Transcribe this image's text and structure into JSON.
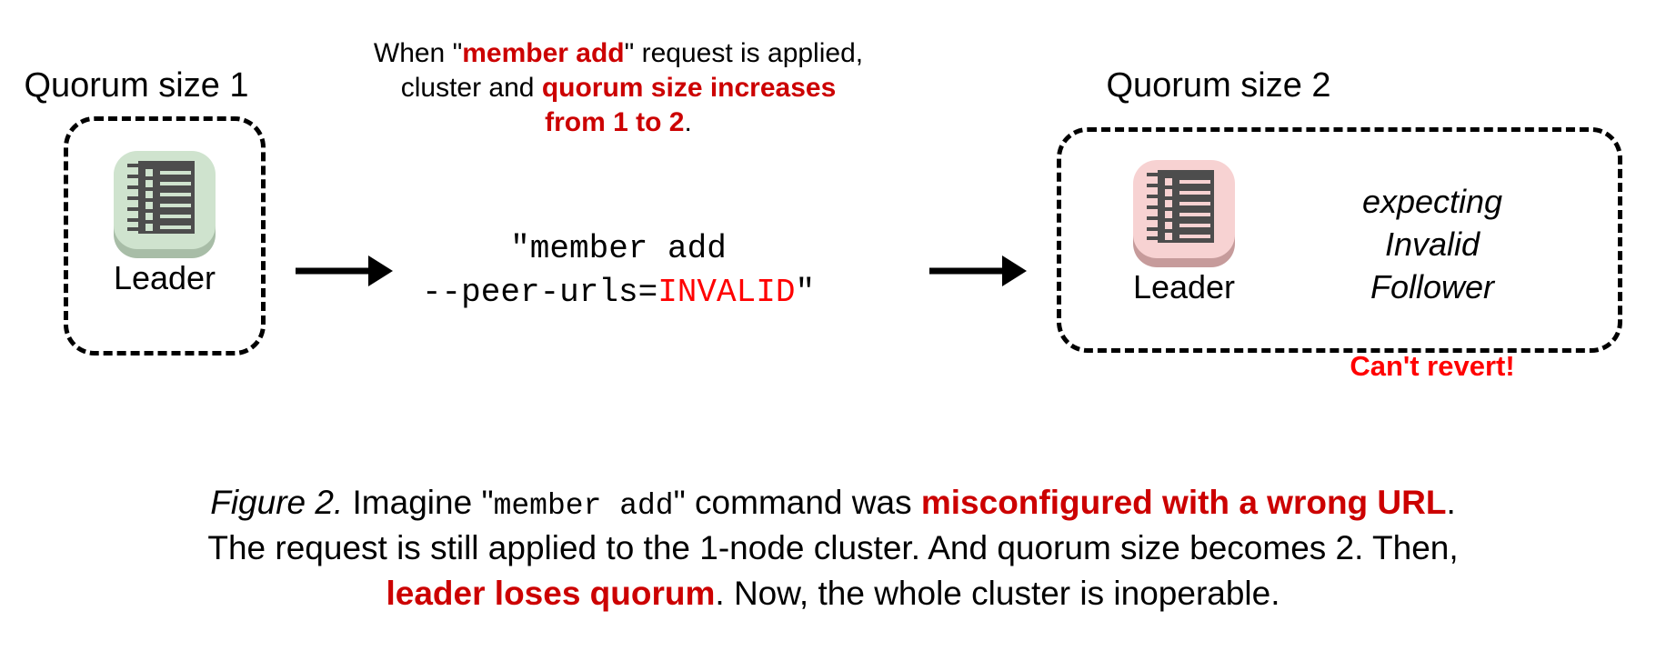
{
  "figure": {
    "left_cluster": {
      "title": "Quorum size 1",
      "node_label": "Leader",
      "icon_name": "server-ledger-icon",
      "icon_color": "#cfe3ce",
      "icon_shadow_color": "#a8bda7",
      "icon_body_color": "#4d4d4d"
    },
    "right_cluster": {
      "title": "Quorum size 2",
      "node_label": "Leader",
      "icon_name": "server-ledger-icon",
      "icon_color": "#f7d2d2",
      "icon_shadow_color": "#c69b9b",
      "icon_body_color": "#4d4d4d",
      "expect_lines": [
        "expecting",
        "Invalid",
        "Follower"
      ],
      "warning": "Can't revert!"
    },
    "top_note": {
      "line1_a": "When \"",
      "line1_b": "member add",
      "line1_c": "\" request is applied,",
      "line2_a": "cluster and ",
      "line2_b": "quorum size increases",
      "line3_a": "from 1 to 2",
      "line3_b": "."
    },
    "command": {
      "line1": "\"member add",
      "line2_a": "--peer-urls=",
      "line2_b": "INVALID",
      "line2_c": "\""
    },
    "arrows": [
      {
        "name": "arrow-left-to-command"
      },
      {
        "name": "arrow-command-to-right"
      }
    ],
    "caption": {
      "l1_a": "Figure 2.",
      "l1_b": " Imagine \"",
      "l1_c": "member add",
      "l1_d": "\" command was ",
      "l1_e": "misconfigured with a wrong URL",
      "l1_f": ".",
      "l2": "The request is still applied to the 1-node cluster. And quorum size becomes 2. Then,",
      "l3_a": "leader loses quorum",
      "l3_b": ". Now, the whole cluster is inoperable."
    }
  },
  "colors": {
    "red_bold": "#cc0000",
    "red_bright": "#ff0000",
    "ink": "#000000",
    "background": "#ffffff"
  }
}
